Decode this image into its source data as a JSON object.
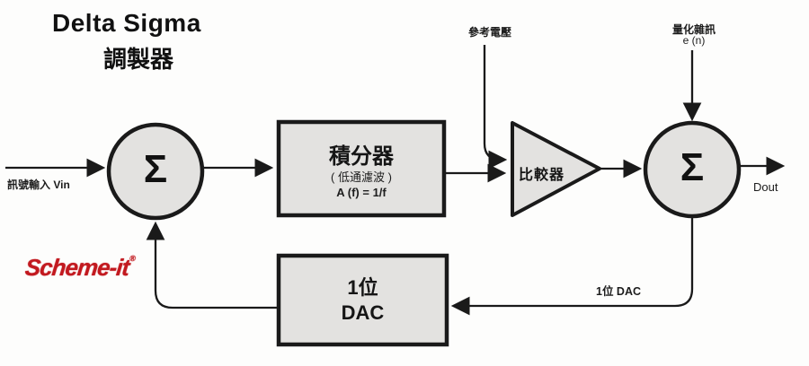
{
  "title": {
    "line1": "Delta Sigma",
    "line2": "調製器"
  },
  "input": {
    "label": "訊號輸入 Vin"
  },
  "sum_left": {
    "symbol": "Σ"
  },
  "integrator": {
    "name": "積分器",
    "subtitle": "( 低通濾波 )",
    "formula": "A (f) = 1/f"
  },
  "reference": {
    "label": "參考電壓"
  },
  "comparator": {
    "label": "比較器"
  },
  "noise": {
    "label": "量化雜訊",
    "symbol": "e (n)"
  },
  "sum_right": {
    "symbol": "Σ"
  },
  "output": {
    "label": "Dout"
  },
  "dac": {
    "line1": "1位",
    "line2": "DAC"
  },
  "feedback": {
    "label": "1位 DAC"
  },
  "logo": {
    "text": "Scheme-it",
    "mark": "®"
  },
  "colors": {
    "block_fill": "#e3e2e0",
    "stroke": "#1a1a1a",
    "logo_red": "#c2191f",
    "background": "#fdfdfc"
  }
}
